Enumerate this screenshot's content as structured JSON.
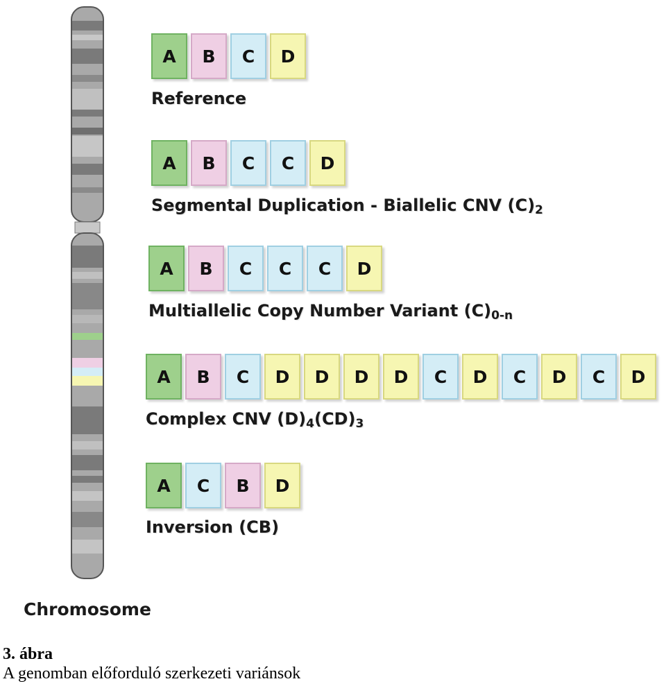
{
  "rows": [
    {
      "boxes": [
        "A",
        "B",
        "C",
        "D"
      ],
      "label": "Reference",
      "label_sub": ""
    },
    {
      "boxes": [
        "A",
        "B",
        "C",
        "C",
        "D"
      ],
      "label": "Segmental Duplication - Biallelic CNV (C)",
      "label_sub": "2"
    },
    {
      "boxes": [
        "A",
        "B",
        "C",
        "C",
        "C",
        "D"
      ],
      "label": "Multiallelic Copy Number Variant (C)",
      "label_sub": "0-n"
    },
    {
      "boxes": [
        "A",
        "B",
        "C",
        "D",
        "D",
        "D",
        "D",
        "C",
        "D",
        "C",
        "D",
        "C",
        "D"
      ],
      "label": "Complex CNV (D)",
      "label_sub": "4",
      "label_rest": "(CD)",
      "label_sub2": "3"
    },
    {
      "boxes": [
        "A",
        "C",
        "B",
        "D"
      ],
      "label": "Inversion (CB)",
      "label_sub": ""
    }
  ],
  "chromosome_label": "Chromosome",
  "caption": {
    "title": "3. ábra",
    "text": "A genomban előforduló szerkezeti variánsok"
  },
  "colors": {
    "A": "#9ed08c",
    "B": "#efcfe4",
    "C": "#d4edf6",
    "D": "#f6f6b2",
    "chromosome": "#a9a9a9",
    "chromosome_band": "#7a7a7a"
  }
}
